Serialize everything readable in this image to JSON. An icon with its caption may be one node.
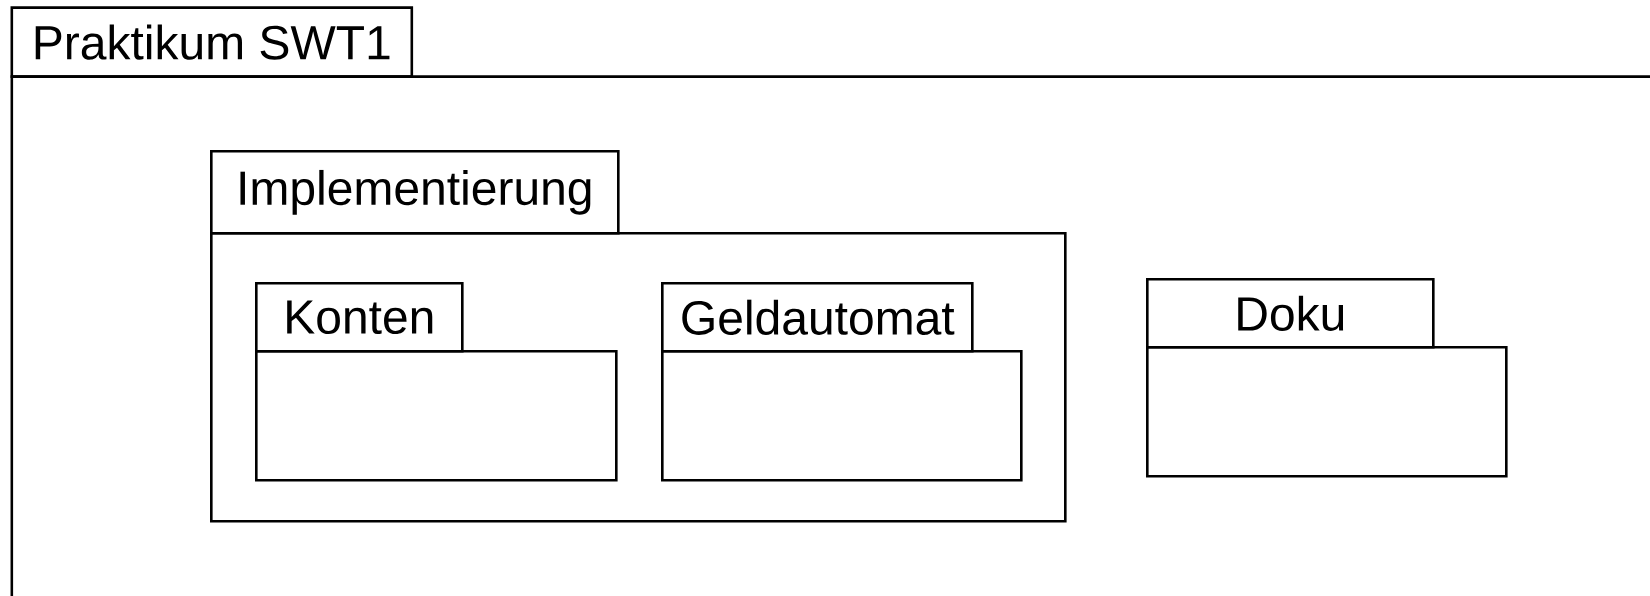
{
  "diagram": {
    "nodes": [
      {
        "text": [
          "Praktikum SWT1"
        ]
      },
      {
        "text": [
          "Implementierung"
        ],
        "in": 0
      },
      {
        "text": [
          "Konten"
        ],
        "in": 1
      },
      {
        "text": [
          "Geldautomat"
        ],
        "in": 1
      },
      {
        "text": [
          "Doku"
        ],
        "in": 0
      }
    ]
  }
}
